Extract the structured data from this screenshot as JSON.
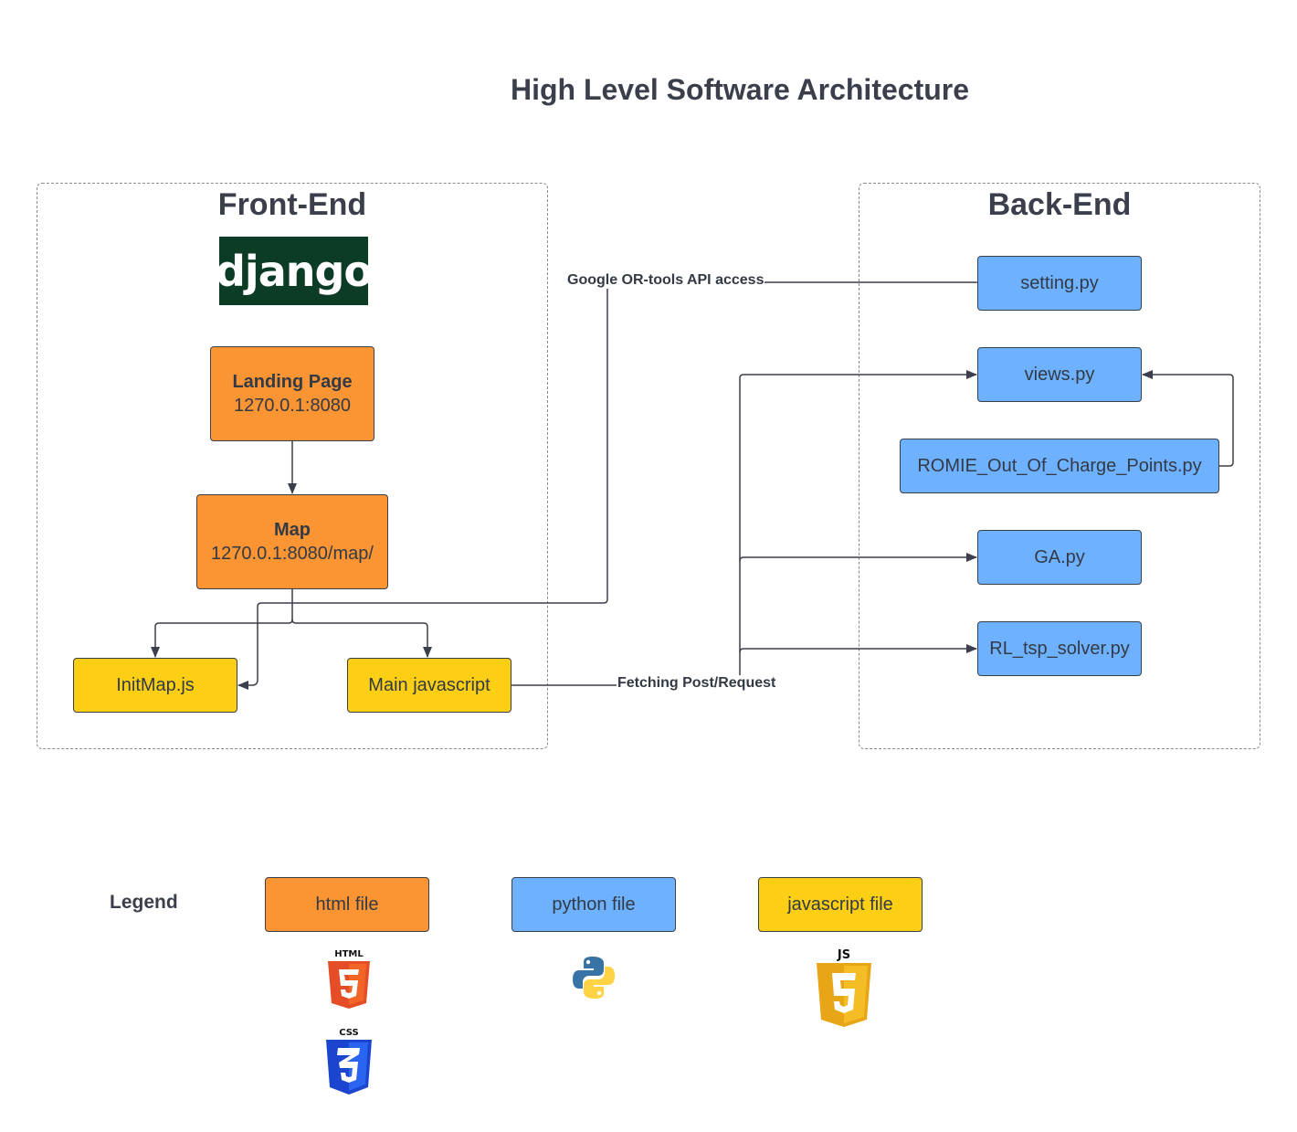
{
  "title": "High Level Software Architecture",
  "frontend": {
    "title": "Front-End",
    "logo": "django",
    "landing": {
      "name": "Landing Page",
      "url": "1270.0.1:8080"
    },
    "map": {
      "name": "Map",
      "url": "1270.0.1:8080/map/"
    },
    "initmap": "InitMap.js",
    "mainjs": "Main javascript"
  },
  "backend": {
    "title": "Back-End",
    "files": [
      "setting.py",
      "views.py",
      "ROMIE_Out_Of_Charge_Points.py",
      "GA.py",
      "RL_tsp_solver.py"
    ]
  },
  "edges": {
    "ortools": "Google OR-tools API access",
    "fetching": "Fetching Post/Request"
  },
  "legend": {
    "title": "Legend",
    "html": "html file",
    "python": "python file",
    "javascript": "javascript file",
    "html_icon_label": "HTML",
    "css_icon_label": "CSS",
    "js_icon_label": "JS"
  },
  "colors": {
    "html": "#fb9433",
    "python": "#6db1ff",
    "javascript": "#fccf14",
    "django": "#0c3c26",
    "line": "#3a3f4b"
  }
}
